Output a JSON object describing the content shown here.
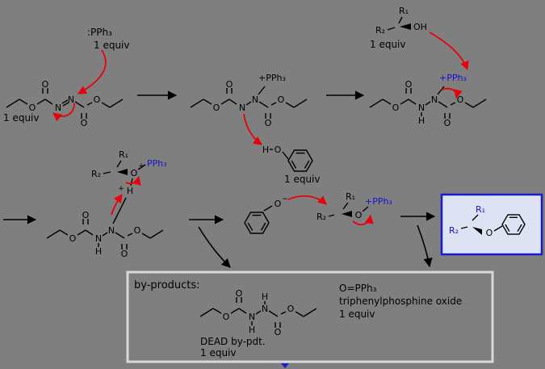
{
  "colors": {
    "background": "#7f7f7f",
    "bond": "#000000",
    "curved_arrow_red": "#e8000b",
    "phosphine_blue": "#1414cc",
    "product_box_border": "#1a1ace",
    "product_box_fill": "#dde3f2",
    "byproducts_box_border": "#d9d9d9"
  },
  "atoms": {
    "O": "O",
    "N": "N",
    "H": "H",
    "OH": "OH",
    "plus": "+",
    "minus": "−"
  },
  "labels": {
    "one_equiv": "1 equiv",
    "pph3_reagent": ":PPh₃",
    "pph3_cation": "+PPh₃",
    "pph3": "PPh₃",
    "r1": "R₁",
    "r2": "R₂"
  },
  "byproducts": {
    "title": "by-products:",
    "dead_label": "DEAD by-pdt.",
    "dead_equiv": "1 equiv",
    "oxide_formula": "O=PPh₃",
    "oxide_name": "triphenylphosphine oxide",
    "oxide_equiv": "1 equiv"
  }
}
